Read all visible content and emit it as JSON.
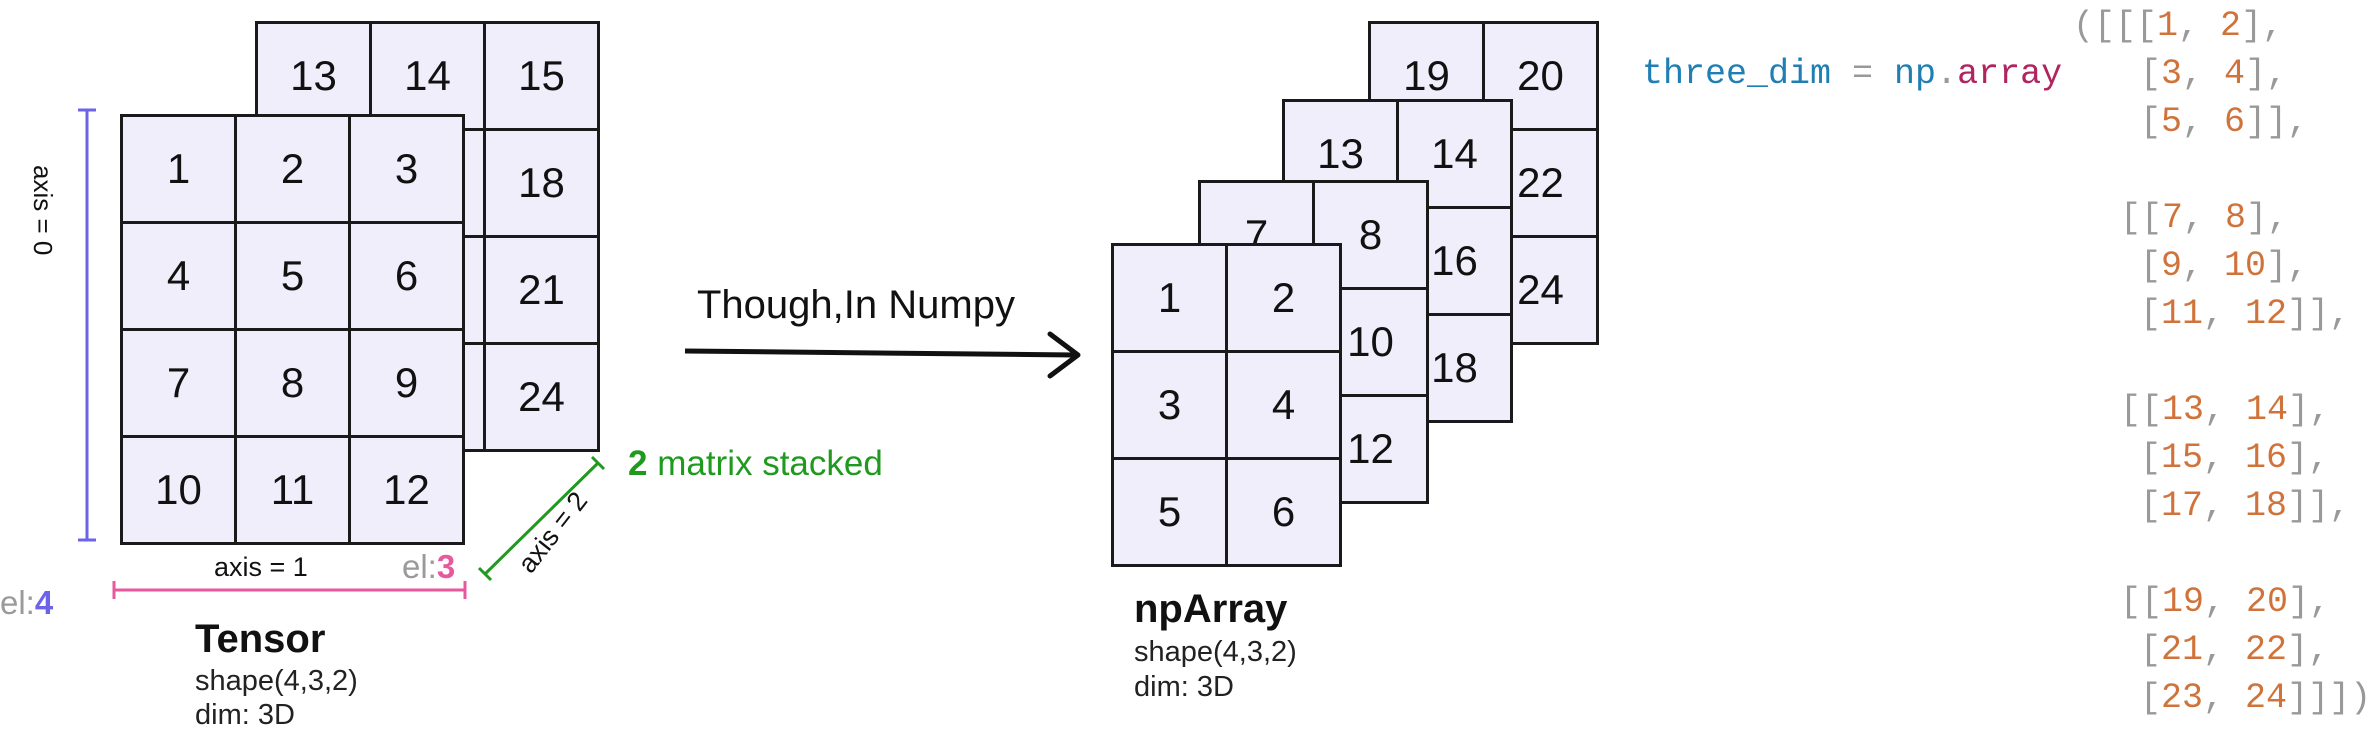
{
  "tensor": {
    "back_rows": [
      [
        "13",
        "14",
        "15"
      ],
      [
        "",
        "",
        "18"
      ],
      [
        "",
        "",
        "21"
      ],
      [
        "",
        "",
        "24"
      ]
    ],
    "front_rows": [
      [
        "1",
        "2",
        "3"
      ],
      [
        "4",
        "5",
        "6"
      ],
      [
        "7",
        "8",
        "9"
      ],
      [
        "10",
        "11",
        "12"
      ]
    ],
    "title": "Tensor",
    "shape": "shape(4,3,2)",
    "dim": "dim: 3D",
    "axis0": "axis = 0",
    "axis1": "axis = 1",
    "axis2": "axis = 2",
    "el_prefix_a": "el:",
    "el_value_a": "3",
    "el_prefix_b": "el:",
    "el_value_b": "4",
    "stack_count": "2",
    "stack_text": " matrix stacked"
  },
  "arrow": {
    "label": "Though,In Numpy"
  },
  "nparray": {
    "sheet4": [
      [
        "19",
        "20"
      ],
      [
        "",
        "22"
      ],
      [
        "",
        "24"
      ]
    ],
    "sheet3": [
      [
        "13",
        "14"
      ],
      [
        "",
        "16"
      ],
      [
        "",
        "18"
      ]
    ],
    "sheet2": [
      [
        "7",
        "8"
      ],
      [
        "",
        "10"
      ],
      [
        "",
        "12"
      ]
    ],
    "sheet1": [
      [
        "1",
        "2"
      ],
      [
        "3",
        "4"
      ],
      [
        "5",
        "6"
      ]
    ],
    "title": "npArray",
    "shape": "shape(4,3,2)",
    "dim": "dim: 3D"
  },
  "code": {
    "var": "three_dim",
    "eq": " = ",
    "module": "np",
    "dot": ".",
    "func": "array",
    "lines": [
      [
        "([[[",
        "1",
        ", ",
        "2",
        "],"
      ],
      [
        "[",
        "3",
        ", ",
        "4",
        "],"
      ],
      [
        "[",
        "5",
        ", ",
        "6",
        "]],"
      ],
      [
        "[[",
        "7",
        ", ",
        "8",
        "],"
      ],
      [
        "[",
        "9",
        ", ",
        "10",
        "],"
      ],
      [
        "[",
        "11",
        ", ",
        "12",
        "]],"
      ],
      [
        "[[",
        "13",
        ", ",
        "14",
        "],"
      ],
      [
        "[",
        "15",
        ", ",
        "16",
        "],"
      ],
      [
        "[",
        "17",
        ", ",
        "18",
        "]],"
      ],
      [
        "[[",
        "19",
        ", ",
        "20",
        "],"
      ],
      [
        "[",
        "21",
        ", ",
        "22",
        "],"
      ],
      [
        "[",
        "23",
        ", ",
        "24",
        "]]])"
      ]
    ]
  },
  "colors": {
    "axis0": "#6c63e8",
    "axis1": "#e8589c",
    "axis2": "#1f9a1f",
    "cell_fill": "#f1eefc"
  }
}
